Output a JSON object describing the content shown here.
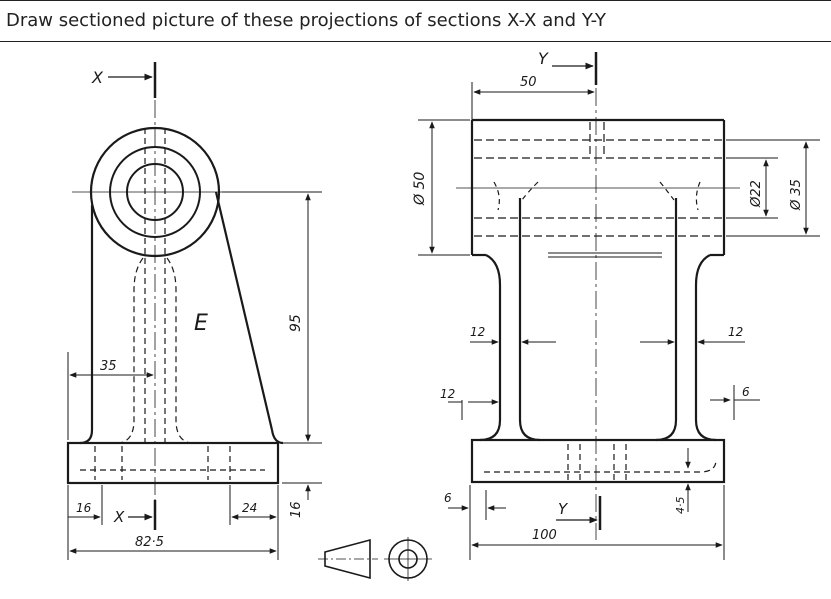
{
  "instruction": "Draw sectioned picture of these projections of sections X-X and Y-Y",
  "labels": {
    "section_x_top": "X",
    "section_x_bottom": "X",
    "section_y_top": "Y",
    "section_y_bottom": "Y",
    "view_label": "E"
  },
  "dimensions": {
    "d35": "35",
    "d95": "95",
    "d16_left": "16",
    "d24": "24",
    "d16_vertical": "16",
    "d82_5": "82·5",
    "d50_top": "50",
    "dia50": "Ø 50",
    "dia22": "Ø22",
    "dia35": "Ø 35",
    "d12_left_upper": "12",
    "d12_left_lower": "12",
    "d12_right": "12",
    "d6_right": "6",
    "d6_left": "6",
    "d100": "100",
    "d4_5": "4·5"
  },
  "colors": {
    "ink": "#1a1a1a",
    "paper": "#ffffff",
    "header_border": "#222222"
  }
}
